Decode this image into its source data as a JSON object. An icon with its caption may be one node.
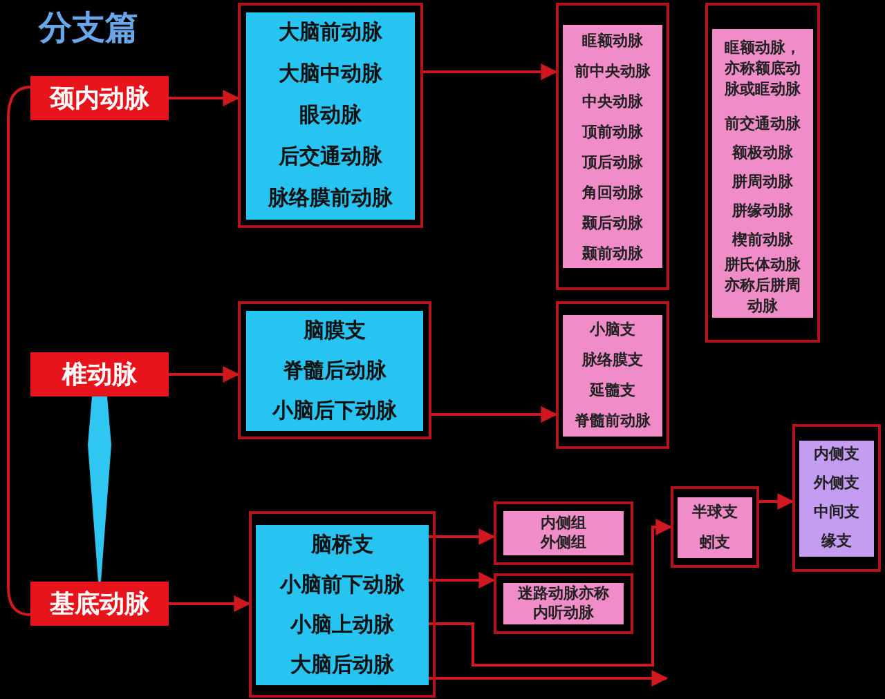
{
  "diagram": {
    "title": "分支篇",
    "nodes": [
      {
        "text": [
          "颈内动脉"
        ]
      },
      {
        "text": [
          "椎动脉"
        ]
      },
      {
        "text": [
          "基底动脉"
        ]
      },
      {
        "text": [],
        "shape": "box"
      },
      {
        "text": [
          "大脑前动脉"
        ],
        "in": 3
      },
      {
        "text": [
          "大脑中动脉"
        ],
        "in": 3
      },
      {
        "text": [
          "眼动脉"
        ],
        "in": 3
      },
      {
        "text": [
          "后交通动脉"
        ],
        "in": 3
      },
      {
        "text": [
          "脉络膜前动脉"
        ],
        "in": 3
      },
      {
        "text": [],
        "shape": "box"
      },
      {
        "text": [
          "脑膜支"
        ],
        "in": 9
      },
      {
        "text": [
          "脊髓后动脉"
        ],
        "in": 9
      },
      {
        "text": [
          "小脑后下动脉"
        ],
        "in": 9
      },
      {
        "text": [],
        "shape": "box"
      },
      {
        "text": [
          "脑桥支"
        ],
        "in": 13
      },
      {
        "text": [
          "小脑前下动脉"
        ],
        "in": 13
      },
      {
        "text": [
          "小脑上动脉"
        ],
        "in": 13
      },
      {
        "text": [
          "大脑后动脉"
        ],
        "in": 13
      },
      {
        "text": [],
        "shape": "box"
      },
      {
        "text": [
          "眶额动脉"
        ],
        "in": 18
      },
      {
        "text": [
          "前中央动脉"
        ],
        "in": 18
      },
      {
        "text": [
          "中央动脉"
        ],
        "in": 18
      },
      {
        "text": [
          "顶前动脉"
        ],
        "in": 18
      },
      {
        "text": [
          "顶后动脉"
        ],
        "in": 18
      },
      {
        "text": [
          "角回动脉"
        ],
        "in": 18
      },
      {
        "text": [
          "颞后动脉"
        ],
        "in": 18
      },
      {
        "text": [
          "颞前动脉"
        ],
        "in": 18
      },
      {
        "text": [],
        "shape": "box"
      },
      {
        "text": [
          "眶额动脉，亦称额底动脉或眶动脉"
        ],
        "in": 27
      },
      {
        "text": [
          "前交通动脉"
        ],
        "in": 27
      },
      {
        "text": [
          "额极动脉"
        ],
        "in": 27
      },
      {
        "text": [
          "胼周动脉"
        ],
        "in": 27
      },
      {
        "text": [
          "胼缘动脉"
        ],
        "in": 27
      },
      {
        "text": [
          "楔前动脉"
        ],
        "in": 27
      },
      {
        "text": [
          "胼氏体动脉亦称后胼周动脉"
        ],
        "in": 27
      },
      {
        "text": [],
        "shape": "box"
      },
      {
        "text": [
          "小脑支"
        ],
        "in": 35
      },
      {
        "text": [
          "脉络膜支"
        ],
        "in": 35
      },
      {
        "text": [
          "延髓支"
        ],
        "in": 35
      },
      {
        "text": [
          "脊髓前动脉"
        ],
        "in": 35
      },
      {
        "text": [
          "内侧组",
          "外侧组"
        ]
      },
      {
        "text": [
          "迷路动脉亦称内听动脉"
        ]
      },
      {
        "text": [],
        "shape": "box"
      },
      {
        "text": [
          "半球支"
        ],
        "in": 42
      },
      {
        "text": [
          "蚓支"
        ],
        "in": 42
      },
      {
        "text": [],
        "shape": "box"
      },
      {
        "text": [
          "内侧支"
        ],
        "in": 45
      },
      {
        "text": [
          "外侧支"
        ],
        "in": 45
      },
      {
        "text": [
          "中间支"
        ],
        "in": 45
      },
      {
        "text": [
          "缘支"
        ],
        "in": 45
      }
    ],
    "edges": [
      {
        "from": 0,
        "to": 3,
        "arrow": "to"
      },
      {
        "from": 1,
        "to": 9,
        "arrow": "to"
      },
      {
        "from": 2,
        "to": 13,
        "arrow": "to"
      },
      {
        "from": 3,
        "to": 18,
        "arrow": "to"
      },
      {
        "from": 9,
        "to": 35,
        "arrow": "to"
      },
      {
        "from": 14,
        "to": 40,
        "arrow": "to"
      },
      {
        "from": 15,
        "to": 41,
        "arrow": "to"
      },
      {
        "from": 16,
        "to": 42,
        "arrow": "to"
      },
      {
        "from": 17,
        "to": null,
        "arrow": "to"
      },
      {
        "from": 42,
        "to": 45,
        "arrow": "to"
      },
      {
        "from": 0,
        "to": 2,
        "arrow": "none"
      },
      {
        "from": 1,
        "to": 2,
        "arrow": "none",
        "style": "thick",
        "color": "#2fc6f2"
      }
    ]
  }
}
